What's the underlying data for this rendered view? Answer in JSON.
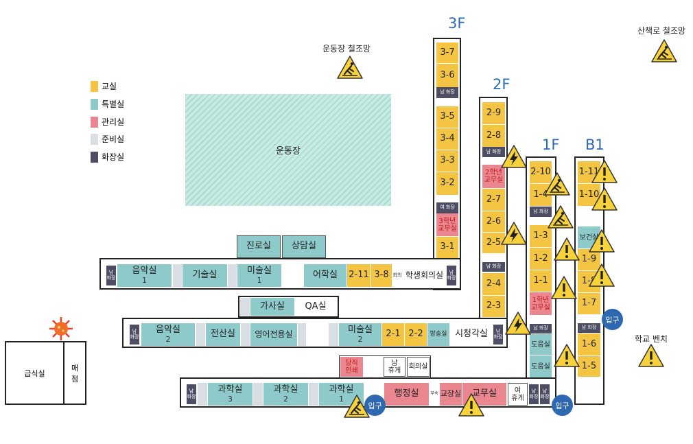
{
  "colors": {
    "classroom": "#f4c542",
    "special": "#8fcacb",
    "admin": "#ea868f",
    "prep": "#d9dde4",
    "restroom": "#4d4d63",
    "floor_label": "#2f6bb5",
    "entrance": "#2e68b0",
    "hazard": "#f7d23b"
  },
  "legend": [
    {
      "label": "교실",
      "color": "#f4c542"
    },
    {
      "label": "특별실",
      "color": "#8fcacb"
    },
    {
      "label": "관리실",
      "color": "#ea868f"
    },
    {
      "label": "준비실",
      "color": "#d9dde4"
    },
    {
      "label": "화장실",
      "color": "#4d4d63"
    }
  ],
  "floors": {
    "f3": "3F",
    "f2": "2F",
    "f1": "1F",
    "b1": "B1"
  },
  "labels": {
    "playground": "운동장",
    "playground_fence": "운동장 철조망",
    "trail_fence": "산책로 철조망",
    "bench": "학교 벤치",
    "cafeteria": "급식실",
    "store": "매\n점",
    "entrance": "입구"
  },
  "rooms": {
    "r3_7": "3-7",
    "r3_6": "3-6",
    "r3_m": "남 화장",
    "r3_5": "3-5",
    "r3_4": "3-4",
    "r3_3": "3-3",
    "r3_2": "3-2",
    "r3_w": "여 화장",
    "r3_staff": "3학년\n교무실",
    "r3_1": "3-1",
    "r2_9": "2-9",
    "r2_8": "2-8",
    "r2_m": "남 화장",
    "r2_staff": "2학년\n교무실",
    "r2_7": "2-7",
    "r2_6": "2-6",
    "r2_5": "2-5",
    "r2_m2": "남 화장",
    "r2_4": "2-4",
    "r2_3": "2-3",
    "r1_10": "2-10",
    "r1_4": "1-4",
    "r1_m": "남 화장",
    "r1_3": "1-3",
    "r1_2": "1-2",
    "r1_1": "1-1",
    "r1_staff": "1학년\n교무실",
    "r1_m2": "남 화장",
    "r1_lib1": "도움실",
    "r1_lib2": "도움실",
    "b1_11": "1-11",
    "b1_10": "1-10",
    "b1_health": "보건실",
    "b1_9": "1-9",
    "b1_8": "1-8",
    "b1_7": "1-7",
    "b1_m": "남 화장",
    "b1_6": "1-6",
    "b1_5": "1-5",
    "career": "진로실",
    "counsel": "상담실",
    "rowA_m": "남\n화장",
    "music1": "음악실",
    "music1_n": "1",
    "tech": "기술실",
    "art1": "미술실",
    "art1_n": "1",
    "lang": "어학실",
    "a_2_11": "2-11",
    "a_3_8": "3-8",
    "a_meet": "회의",
    "student_council": "학생회의실",
    "rowA_m2": "남\n화장",
    "home_ec": "가사실",
    "qa": "QA실",
    "rowB_m": "남\n화장",
    "music2": "음악실",
    "music2_n": "2",
    "computer": "전산실",
    "english": "영어전용실",
    "art2": "미술실",
    "art2_n": "2",
    "b_2_1": "2-1",
    "b_2_2": "2-2",
    "broadcast": "방송실",
    "av": "시청각실",
    "rowB_m2": "남\n화장",
    "duty": "당직\n인쇄",
    "m_rest": "남\n휴게",
    "meeting2": "회의실",
    "rowC_m": "남\n화장",
    "sci3": "과학실",
    "sci3_n": "3",
    "sci2": "과학실",
    "sci2_n": "2",
    "sci1": "과학실",
    "sci1_n": "1",
    "admin_office": "행정실",
    "principal": "교장실",
    "principal_pre": "부속",
    "staff_office": "교무실",
    "w_rest": "여\n휴게",
    "rowC_m2": "남\n화장"
  }
}
